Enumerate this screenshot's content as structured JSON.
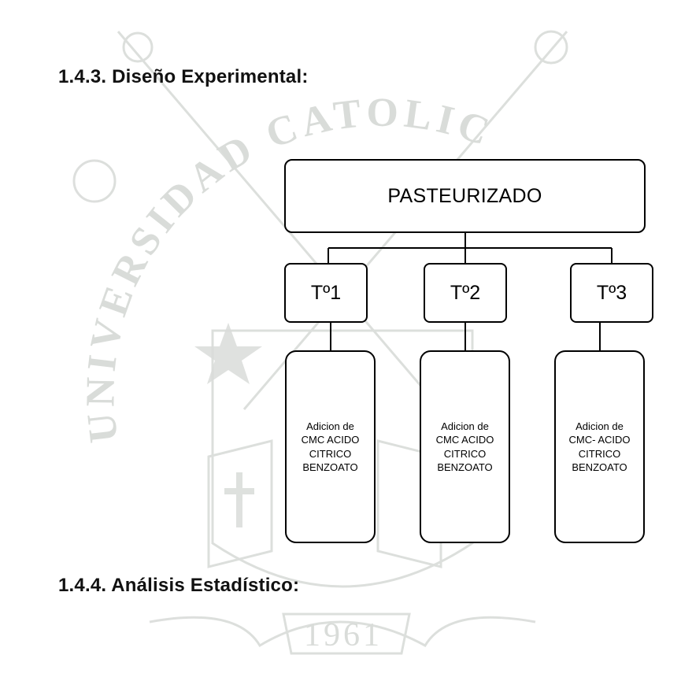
{
  "watermark": {
    "arc_text": "UNIVERSIDAD CATOLICA",
    "year": "1961"
  },
  "sections": {
    "diseno_heading": "1.4.3. Diseño Experimental:",
    "analisis_heading": "1.4.4. Análisis Estadístico:"
  },
  "diagram": {
    "root": "PASTEURIZADO",
    "treatments": [
      {
        "label": "Tº1",
        "detail": "Adicion de\nCMC  ACIDO\nCITRICO\nBENZOATO"
      },
      {
        "label": "Tº2",
        "detail": "Adicion de\nCMC ACIDO\nCITRICO\nBENZOATO"
      },
      {
        "label": "Tº3",
        "detail": "Adicion de\nCMC- ACIDO\nCITRICO\nBENZOATO"
      }
    ]
  },
  "colors": {
    "watermark": "#d9dcd9",
    "lines": "#000000"
  }
}
